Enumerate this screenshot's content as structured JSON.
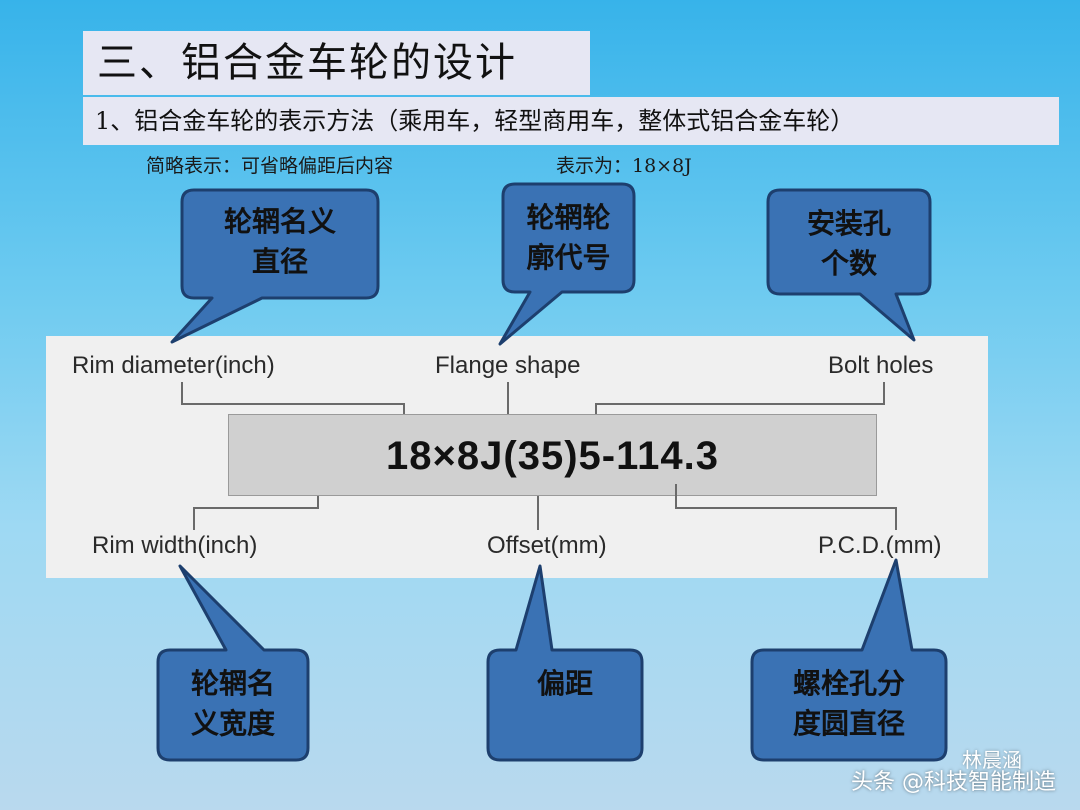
{
  "title": "三、铝合金车轮的设计",
  "subtitle": "1、铝合金车轮的表示方法（乘用车，轻型商用车，整体式铝合金车轮）",
  "note": {
    "left": "简略表示：可省略偏距后内容",
    "right": "表示为：18×8J"
  },
  "diagram": {
    "code": "18×8J(35)5-114.3",
    "labels": {
      "rim_diameter": "Rim diameter(inch)",
      "flange_shape": "Flange shape",
      "bolt_holes": "Bolt holes",
      "rim_width": "Rim width(inch)",
      "offset": "Offset(mm)",
      "pcd": "P.C.D.(mm)"
    }
  },
  "callouts": {
    "rim_diameter": {
      "line1": "轮辋名义",
      "line2": "直径"
    },
    "flange": {
      "line1": "轮辋轮",
      "line2": "廓代号"
    },
    "bolt_holes": {
      "line1": "安装孔",
      "line2": "个数"
    },
    "rim_width": {
      "line1": "轮辋名",
      "line2": "义宽度"
    },
    "offset": {
      "line1": "偏距"
    },
    "pcd": {
      "line1": "螺栓孔分",
      "line2": "度圆直径"
    }
  },
  "watermark": {
    "account": "林晨涵",
    "source": "头条 @科技智能制造"
  },
  "colors": {
    "callout_fill": "#3a72b4",
    "callout_stroke": "#1d3f6e",
    "title_bg": "#e6e7f3"
  }
}
